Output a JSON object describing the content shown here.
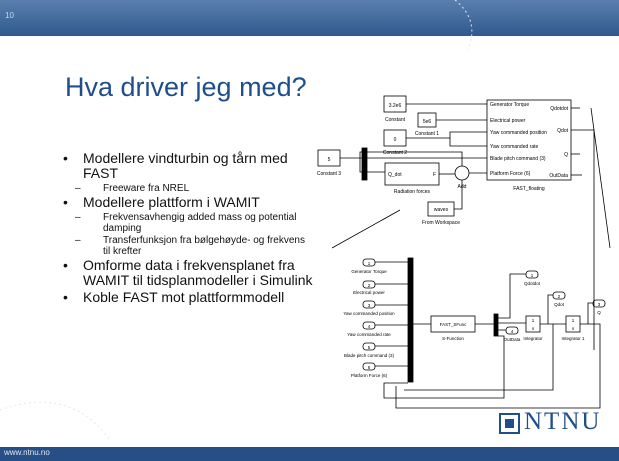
{
  "slide": {
    "number": "10",
    "title": "Hva driver jeg med?",
    "footer_url": "www.ntnu.no",
    "logo_text": "NTNU"
  },
  "bullets": [
    {
      "text": "Modellere vindturbin og tårn med FAST",
      "sub": [
        "Freeware fra NREL"
      ]
    },
    {
      "text": "Modellere plattform i WAMIT",
      "sub": [
        "Frekvensavhengig added mass og potential damping",
        "Transferfunksjon fra bølgehøyde- og frekvens til krefter"
      ]
    },
    {
      "text": "Omforme data i frekvensplanet fra WAMIT til tidsplanmodeller i Simulink",
      "sub": []
    },
    {
      "text": "Koble FAST mot plattformmodell",
      "sub": []
    }
  ],
  "upper_diagram": {
    "constants": [
      {
        "value": "3.2e6",
        "label": "Constant"
      },
      {
        "value": "5e6",
        "label": "Constant 1"
      },
      {
        "value": "0",
        "label": "Constant 2"
      },
      {
        "value": "5",
        "label": "Constant 3"
      }
    ],
    "fast_block": {
      "inputs": [
        "Generator Torque",
        "Electrical power",
        "Yaw commanded position",
        "Yaw commanded rate",
        "Blade pitch command (3)",
        "Platform Force (6)"
      ],
      "outputs": [
        "Qdotdot",
        "Qdot",
        "Q",
        "OutData"
      ],
      "label": "FAST_floating"
    },
    "radiation": {
      "in": "Q_dot",
      "out": "F",
      "label": "Radiation forces"
    },
    "add_label": "Add",
    "waves": {
      "value": "waves",
      "label": "From Workspace"
    }
  },
  "lower_diagram": {
    "ports_in": [
      {
        "num": "1",
        "label": "Generator Torque"
      },
      {
        "num": "2",
        "label": "Electrical power"
      },
      {
        "num": "3",
        "label": "Yaw commanded position"
      },
      {
        "num": "4",
        "label": "Yaw commanded rate"
      },
      {
        "num": "5",
        "label": "Blade pitch command   (3)"
      },
      {
        "num": "6",
        "label": "Platform Force   (6)"
      }
    ],
    "sfunc": {
      "text": "FAST_SFunc",
      "label": "S-Function"
    },
    "integrator_labels": [
      "Integrator",
      "Integrator 1"
    ],
    "integrator_text": {
      "num": "1",
      "den": "s"
    },
    "ports_out": [
      {
        "num": "1",
        "label": "Qdotdot"
      },
      {
        "num": "2",
        "label": "Qdot"
      },
      {
        "num": "3",
        "label": "Q"
      },
      {
        "num": "4",
        "label": "OutData"
      }
    ]
  }
}
